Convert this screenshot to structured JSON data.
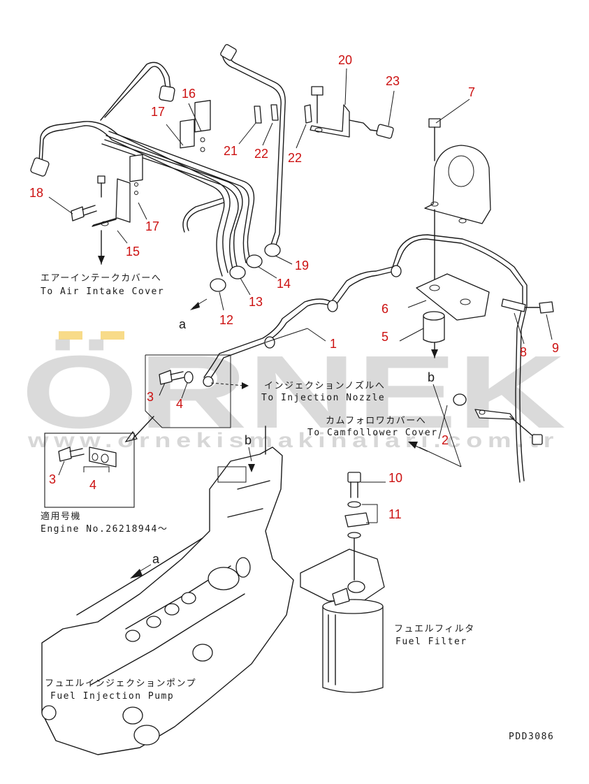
{
  "callouts": [
    {
      "id": "c1",
      "text": "1"
    },
    {
      "id": "c2",
      "text": "2"
    },
    {
      "id": "c3a",
      "text": "3"
    },
    {
      "id": "c3b",
      "text": "3"
    },
    {
      "id": "c4a",
      "text": "4"
    },
    {
      "id": "c4b",
      "text": "4"
    },
    {
      "id": "c5",
      "text": "5"
    },
    {
      "id": "c6",
      "text": "6"
    },
    {
      "id": "c7",
      "text": "7"
    },
    {
      "id": "c8",
      "text": "8"
    },
    {
      "id": "c9",
      "text": "9"
    },
    {
      "id": "c10",
      "text": "10"
    },
    {
      "id": "c11",
      "text": "11"
    },
    {
      "id": "c12",
      "text": "12"
    },
    {
      "id": "c13",
      "text": "13"
    },
    {
      "id": "c14",
      "text": "14"
    },
    {
      "id": "c15",
      "text": "15"
    },
    {
      "id": "c16",
      "text": "16"
    },
    {
      "id": "c17a",
      "text": "17"
    },
    {
      "id": "c17b",
      "text": "17"
    },
    {
      "id": "c18",
      "text": "18"
    },
    {
      "id": "c19",
      "text": "19"
    },
    {
      "id": "c20",
      "text": "20"
    },
    {
      "id": "c21",
      "text": "21"
    },
    {
      "id": "c22a",
      "text": "22"
    },
    {
      "id": "c22b",
      "text": "22"
    },
    {
      "id": "c23",
      "text": "23"
    }
  ],
  "refs": {
    "a1": "a",
    "a2": "a",
    "b1": "b",
    "b2": "b"
  },
  "labels": {
    "air_intake_jp": "エアーインテークカバーへ",
    "air_intake_en": "To Air Intake Cover",
    "injection_nozzle_jp": "インジェクションノズルへ",
    "injection_nozzle_en": "To Injection Nozzle",
    "camfollower_jp": "カムフォロワカバーへ",
    "camfollower_en": "To Camfollower Cover",
    "applicable_jp": "適用号機",
    "engine_no": "Engine No.26218944～",
    "fuel_filter_jp": "フュエルフィルタ",
    "fuel_filter_en": "Fuel Filter",
    "fuel_pump_jp": "フュエルインジェクションポンプ",
    "fuel_pump_en": "Fuel Injection Pump",
    "drawing_code": "PDD3086"
  },
  "watermark": {
    "brand": "ÖRNEK",
    "url": "www.ornekismakinalari.com.tr",
    "brand_color": "#bdbdbd",
    "accent_color": "#f3c33a"
  },
  "colors": {
    "callout": "#cc1111",
    "line": "#1a1a1a"
  }
}
